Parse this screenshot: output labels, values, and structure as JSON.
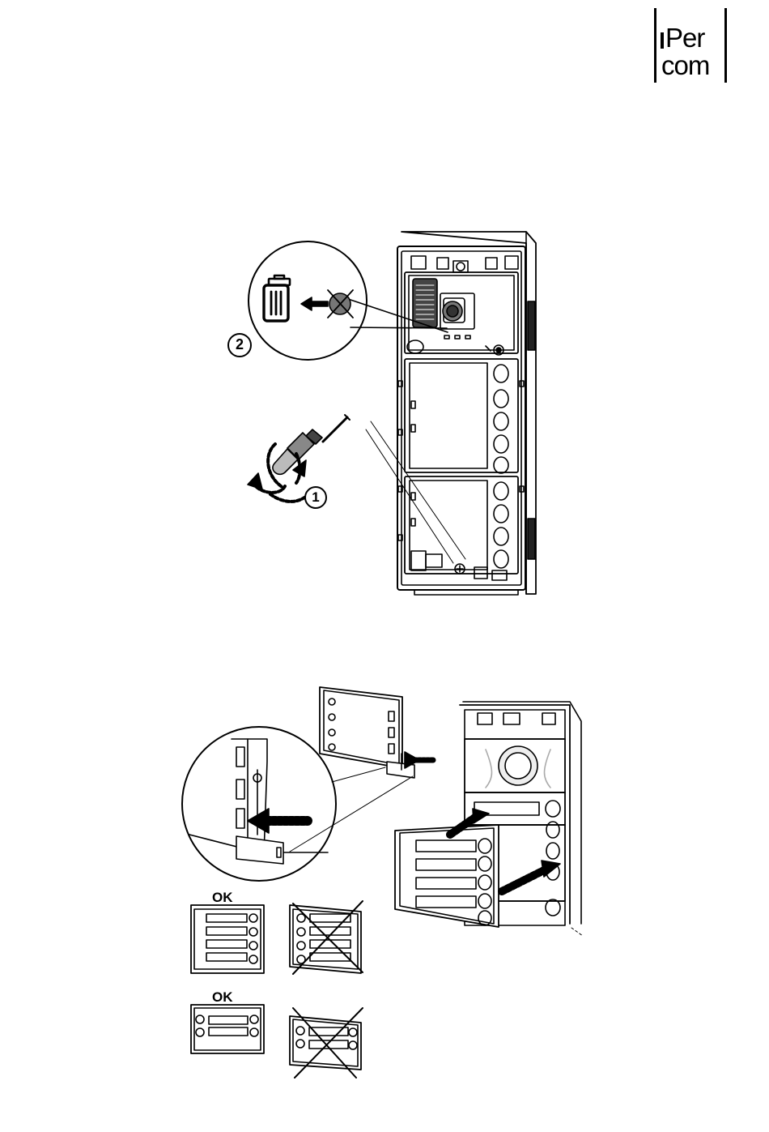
{
  "logo": {
    "line1": "Per",
    "line2": "com"
  },
  "steps": {
    "step1": "1",
    "step2": "2"
  },
  "labels": {
    "ok_top": "OK",
    "ok_bottom": "OK"
  },
  "icons": [
    "trash-icon",
    "arrow-left-icon",
    "screwdriver-icon",
    "rotate-arrow-icon",
    "insert-arrow-icon",
    "cross-mark-icon"
  ]
}
